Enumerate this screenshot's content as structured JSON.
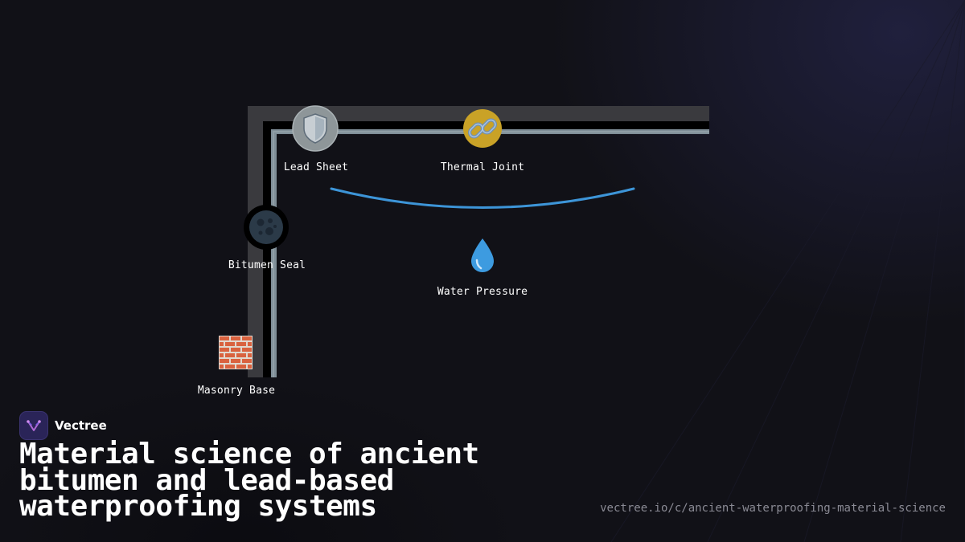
{
  "diagram": {
    "nodes": [
      {
        "id": "lead_sheet",
        "label": "Lead Sheet",
        "icon": "shield-icon"
      },
      {
        "id": "thermal_joint",
        "label": "Thermal Joint",
        "icon": "link-icon"
      },
      {
        "id": "bitumen_seal",
        "label": "Bitumen Seal",
        "icon": "dark-moon-icon"
      },
      {
        "id": "water_pressure",
        "label": "Water Pressure",
        "icon": "water-droplet-icon"
      },
      {
        "id": "masonry_base",
        "label": "Masonry Base",
        "icon": "brick-icon"
      }
    ],
    "colors": {
      "masonry_layer": "#3a3a3e",
      "bitumen_layer": "#000000",
      "lead_layer": "#7f8e97",
      "pressure_arc": "#3d95d8"
    }
  },
  "brand": {
    "name": "Vectree"
  },
  "title": "Material science of ancient bitumen and lead-based waterproofing systems",
  "footer": {
    "url": "vectree.io/c/ancient-waterproofing-material-science"
  }
}
